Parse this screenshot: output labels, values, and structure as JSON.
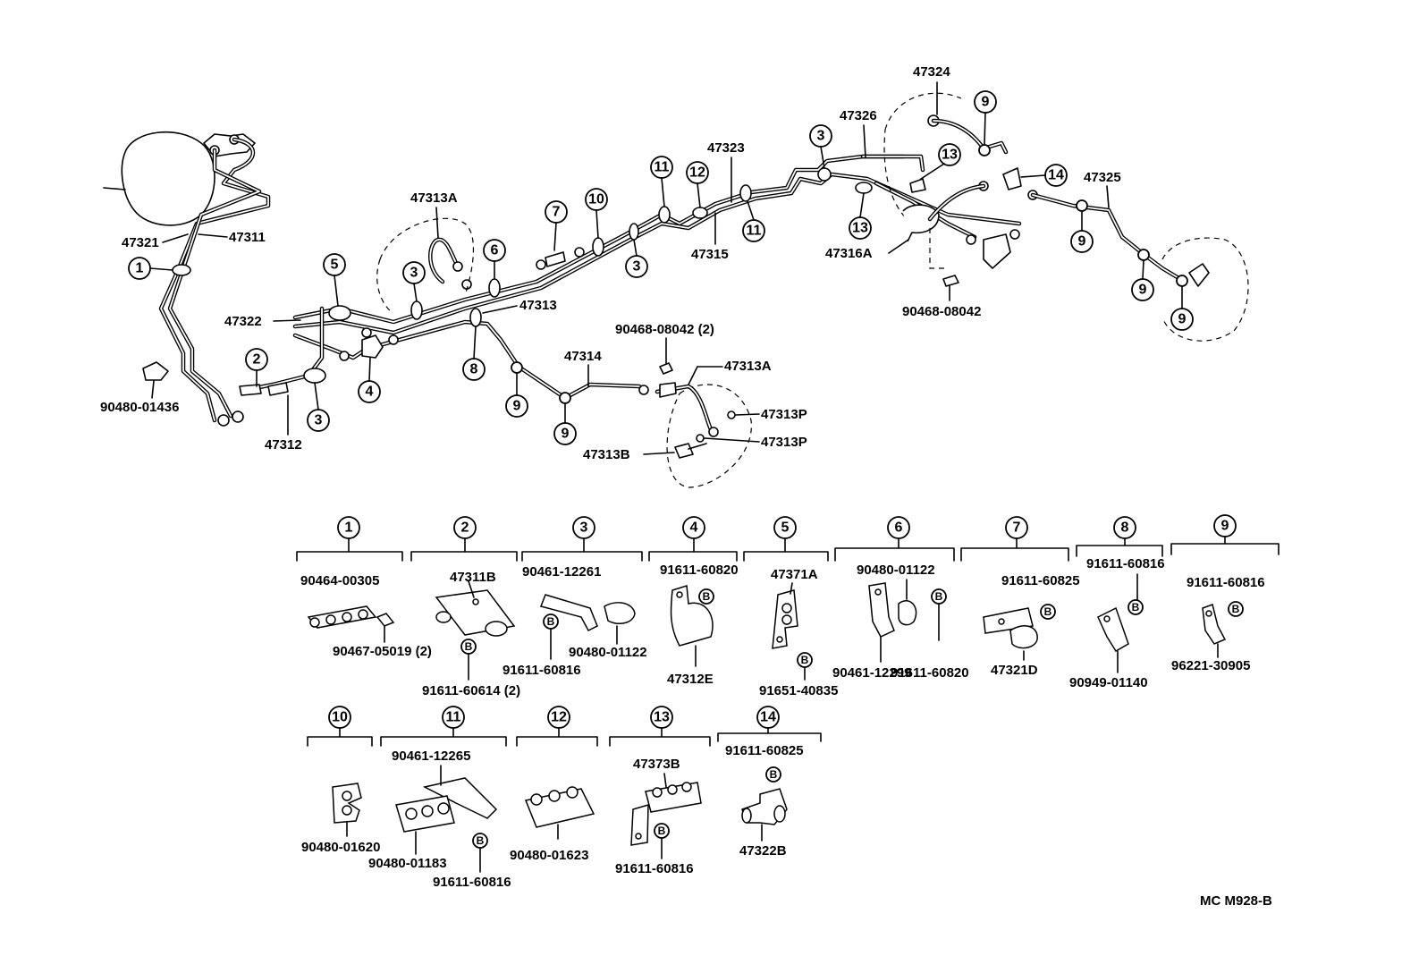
{
  "code": "MC M928-B",
  "labels": {
    "p47321": "47321",
    "p47311": "47311",
    "p90480_01436": "90480-01436",
    "p47312": "47312",
    "p47322": "47322",
    "p47313A_top": "47313A",
    "p47313": "47313",
    "p47314": "47314",
    "p90468_08042_2": "90468-08042 (2)",
    "p47313A_mid": "47313A",
    "p47313P_a": "47313P",
    "p47313P_b": "47313P",
    "p47313B": "47313B",
    "p47323": "47323",
    "p47315": "47315",
    "p47326": "47326",
    "p47324": "47324",
    "p47316A": "47316A",
    "p90468_08042": "90468-08042",
    "p47325": "47325"
  },
  "callouts": [
    "1",
    "2",
    "3",
    "4",
    "5",
    "6",
    "7",
    "8",
    "9",
    "10",
    "11",
    "12",
    "13",
    "14"
  ],
  "bolt_symbol": "B",
  "groups": [
    {
      "num": "1",
      "parts": [
        "90464-00305",
        "90467-05019 (2)"
      ]
    },
    {
      "num": "2",
      "parts": [
        "47311B",
        "91611-60614 (2)"
      ]
    },
    {
      "num": "3",
      "parts": [
        "90461-12261",
        "90480-01122",
        "91611-60816"
      ]
    },
    {
      "num": "4",
      "parts": [
        "91611-60820",
        "47312E"
      ]
    },
    {
      "num": "5",
      "parts": [
        "47371A",
        "91651-40835"
      ]
    },
    {
      "num": "6",
      "parts": [
        "90480-01122",
        "91611-60820",
        "90461-12299"
      ]
    },
    {
      "num": "7",
      "parts": [
        "91611-60825",
        "47321D"
      ]
    },
    {
      "num": "8",
      "parts": [
        "91611-60816",
        "90949-01140"
      ]
    },
    {
      "num": "9",
      "parts": [
        "91611-60816",
        "96221-30905"
      ]
    },
    {
      "num": "10",
      "parts": [
        "90480-01620"
      ]
    },
    {
      "num": "11",
      "parts": [
        "90461-12265",
        "90480-01183",
        "91611-60816"
      ]
    },
    {
      "num": "12",
      "parts": [
        "90480-01623"
      ]
    },
    {
      "num": "13",
      "parts": [
        "47373B",
        "91611-60816"
      ]
    },
    {
      "num": "14",
      "parts": [
        "91611-60825",
        "47322B"
      ]
    }
  ]
}
